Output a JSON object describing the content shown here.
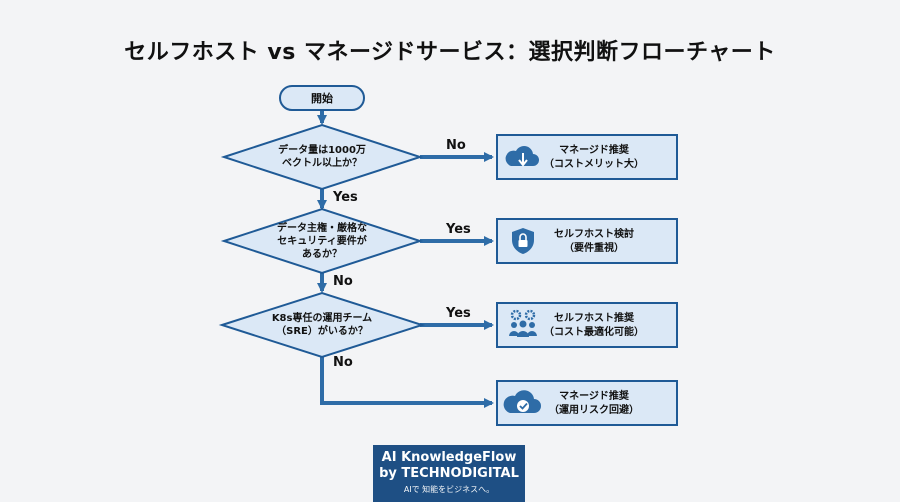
{
  "title": "セルフホスト vs マネージドサービス：選択判断フローチャート",
  "nodes": {
    "start": "開始",
    "q1": [
      "データ量は1000万",
      "ベクトル以上か？"
    ],
    "q2": [
      "データ主権・厳格な",
      "セキュリティ要件が",
      "あるか？"
    ],
    "q3": [
      "K8s専任の運用チーム",
      "（SRE）がいるか？"
    ],
    "r1": [
      "マネージド推奨",
      "（コストメリット大）"
    ],
    "r2": [
      "セルフホスト検討",
      "（要件重視）"
    ],
    "r3": [
      "セルフホスト推奨",
      "（コスト最適化可能）"
    ],
    "r4": [
      "マネージド推奨",
      "（運用リスク回避）"
    ]
  },
  "edges": {
    "q1_no": "No",
    "q1_yes": "Yes",
    "q2_yes": "Yes",
    "q2_no": "No",
    "q3_yes": "Yes",
    "q3_no": "No"
  },
  "icons": {
    "r1": "cloud-download-icon",
    "r2": "shield-lock-icon",
    "r3": "team-gears-icon",
    "r4": "cloud-check-icon"
  },
  "colors": {
    "node_fill": "#dbe8f6",
    "node_stroke": "#1f5a96",
    "arrow": "#2e6ca7",
    "logo_bg": "#1e4f84"
  },
  "logo": {
    "line1": "AI KnowledgeFlow",
    "line2": "by TECHNODIGITAL",
    "tagline": "AIで 知能をビジネスへ。"
  }
}
